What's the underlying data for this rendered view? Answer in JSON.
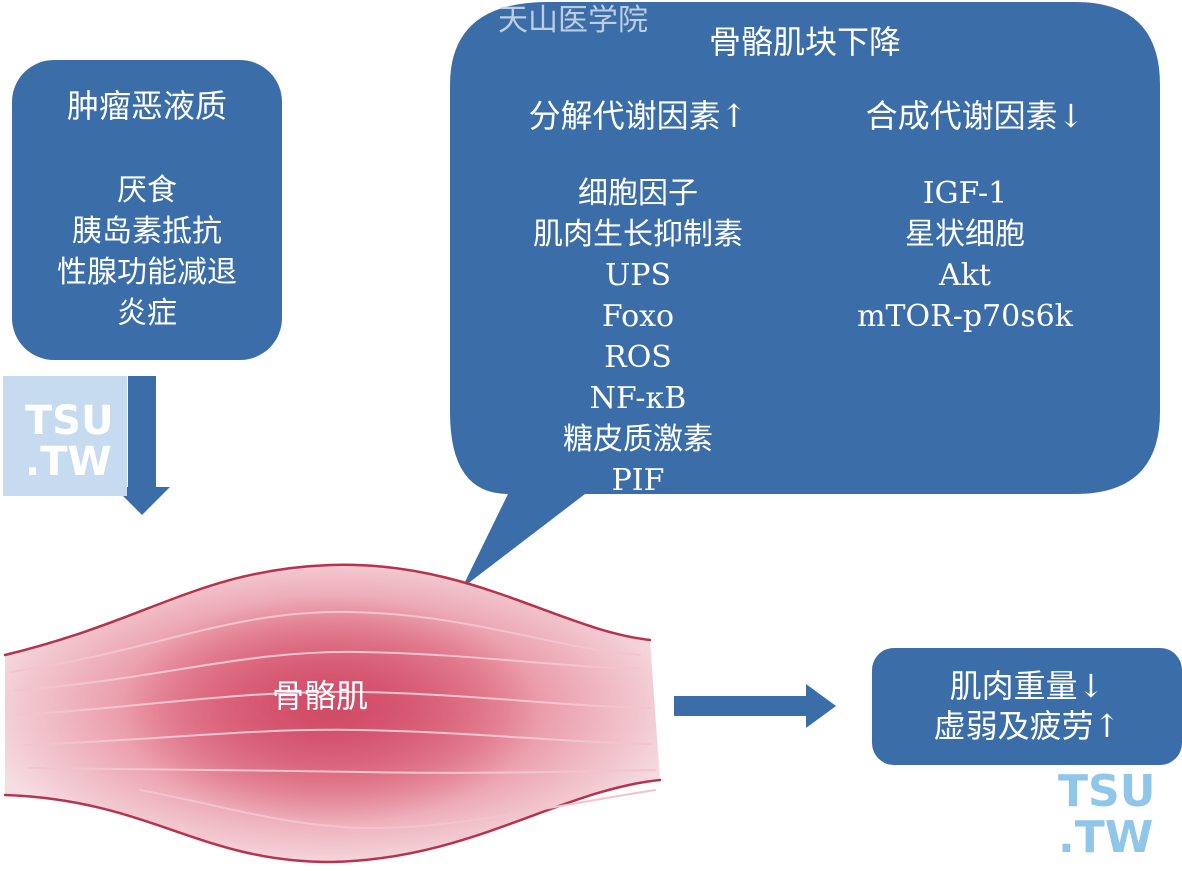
{
  "cachexia": {
    "title": "肿瘤恶液质",
    "items": [
      "厌食",
      "胰岛素抵抗",
      "性腺功能减退",
      "炎症"
    ]
  },
  "bubble": {
    "header": "天山医学院",
    "title": "骨骼肌块下降",
    "catabolic": {
      "label": "分解代谢因素↑",
      "items": [
        "细胞因子",
        "肌肉生长抑制素",
        "UPS",
        "Foxo",
        "ROS",
        "NF-κB",
        "糖皮质激素",
        "PIF"
      ]
    },
    "anabolic": {
      "label": "合成代谢因素↓",
      "items": [
        "IGF-1",
        "星状细胞",
        "Akt",
        "mTOR-p70s6k"
      ]
    }
  },
  "muscle": {
    "label": "骨骼肌"
  },
  "outcome": {
    "lines": [
      "肌肉重量↓",
      "虚弱及疲劳↑"
    ]
  },
  "watermark": {
    "top": "TSU",
    "bottom": ".TW"
  },
  "colors": {
    "box": "#3b6ea9",
    "muscle": "#d9536e",
    "watermark": "#8fc6ea"
  }
}
